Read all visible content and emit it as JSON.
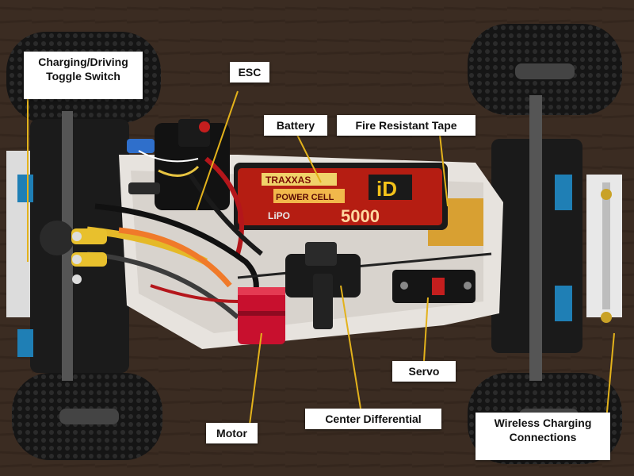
{
  "labels": {
    "toggle_switch": [
      "Charging/Driving",
      "Toggle Switch"
    ],
    "esc": "ESC",
    "battery": "Battery",
    "fire_tape": "Fire Resistant Tape",
    "servo": "Servo",
    "motor": "Motor",
    "center_diff": "Center Differential",
    "wireless": [
      "Wireless Charging",
      "Connections"
    ]
  },
  "battery_print": {
    "brand": "TRAXXAS",
    "series": "POWER CELL",
    "type": "LiPO",
    "capacity": "5000",
    "logo": "iD"
  },
  "colors": {
    "leader_line": "#e3b21b",
    "label_bg": "#ffffff",
    "background": "#3a2b22",
    "motor": "#c8102e",
    "battery": "#b51d12"
  }
}
